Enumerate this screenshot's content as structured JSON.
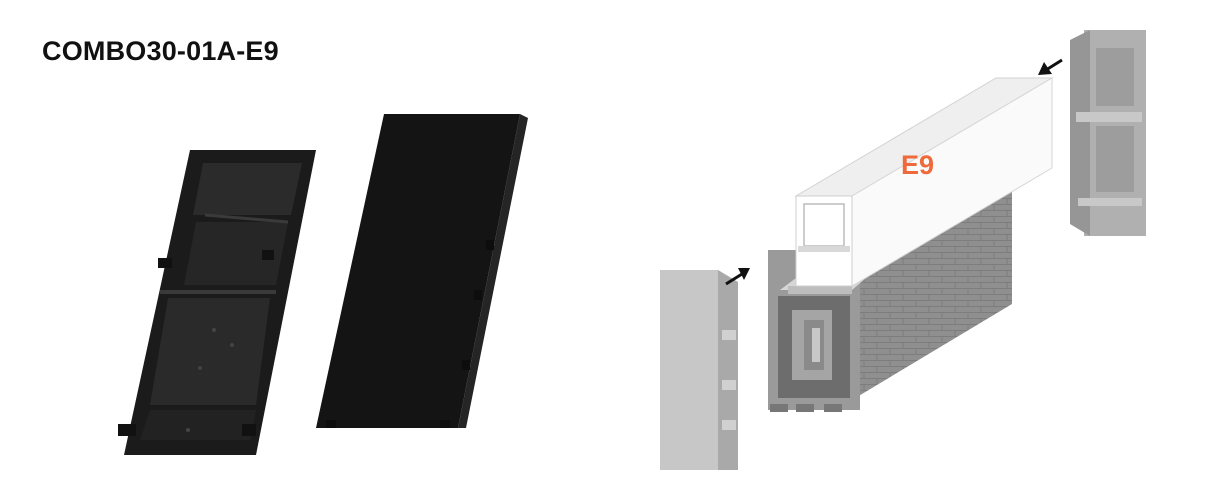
{
  "product": {
    "title": "COMBO30-01A-E9",
    "diffuser_label": "E9"
  },
  "colors": {
    "title": "#111111",
    "accent_label": "#ef6a3a",
    "end_cap_black": "#1b1b1b",
    "end_cap_grey": "#b8b8b8",
    "profile_grey": "#8e8e8e",
    "diffuser_white": "#f7f7f7",
    "led_yellow": "#f2d21a"
  },
  "icons": [
    "arrow-icon-left",
    "arrow-icon-right"
  ]
}
